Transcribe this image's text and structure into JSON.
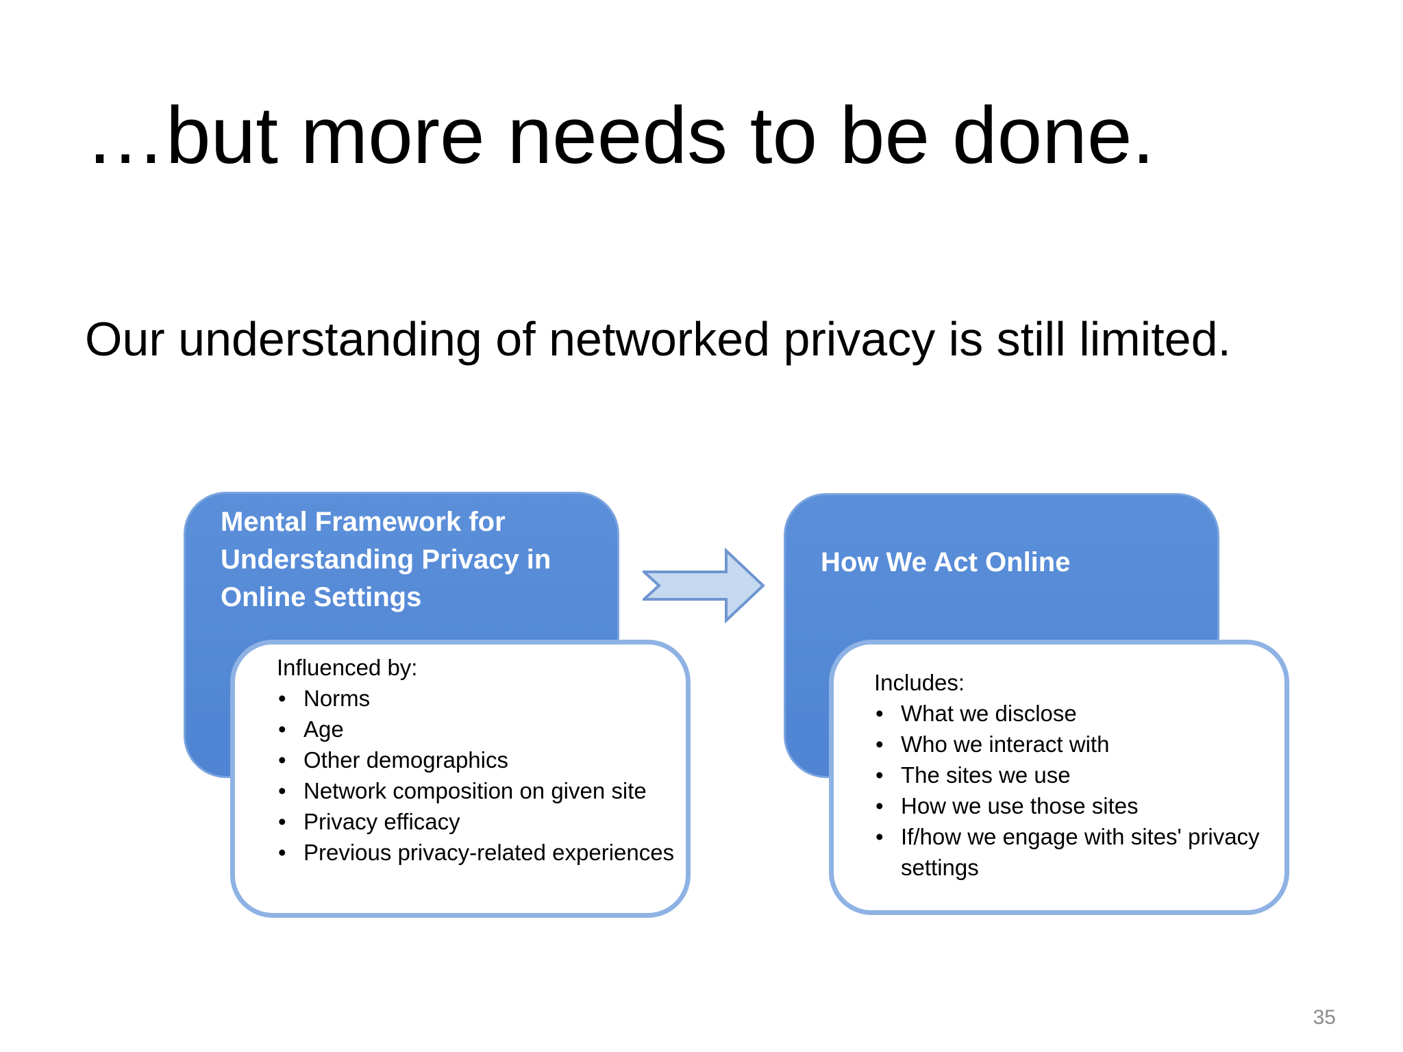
{
  "slide": {
    "title": "…but more needs to be done.",
    "subtitle": "Our understanding of networked privacy is still limited.",
    "page_number": "35"
  },
  "diagram": {
    "left": {
      "heading": "Mental Framework for Understanding Privacy in Online Settings",
      "intro": "Influenced by:",
      "items": [
        "Norms",
        "Age",
        "Other demographics",
        "Network composition on given site",
        "Privacy efficacy",
        "Previous privacy-related experiences"
      ]
    },
    "right": {
      "heading": "How We Act Online",
      "intro": "Includes:",
      "items": [
        "What we disclose",
        "Who we interact with",
        "The sites we use",
        "How we use those sites",
        "If/how we engage with sites' privacy settings"
      ]
    },
    "bullet_symbol": "•",
    "arrow_icon": "right-arrow-icon",
    "colors": {
      "header_fill": "#5389d6",
      "header_border": "#7aa4de",
      "detail_border": "#8eb2e3",
      "arrow_fill": "#c5d9f1",
      "arrow_stroke": "#6f95cf"
    }
  }
}
